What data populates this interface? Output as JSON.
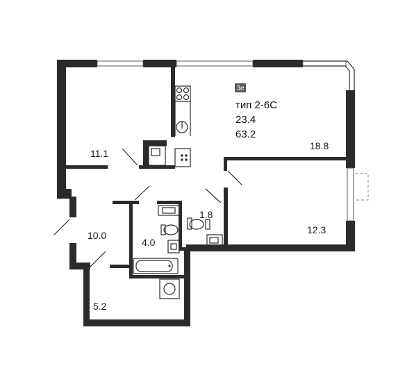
{
  "plan": {
    "badge": "3е",
    "type_label": "тип 2-6С",
    "living_area": "23.4",
    "total_area": "63.2"
  },
  "rooms": [
    {
      "id": "bedroom-1",
      "area": "11.1"
    },
    {
      "id": "living-kitchen",
      "area": "18.8"
    },
    {
      "id": "bedroom-2",
      "area": "12.3"
    },
    {
      "id": "hallway",
      "area": "10.0"
    },
    {
      "id": "bathroom",
      "area": "4.0"
    },
    {
      "id": "toilet",
      "area": "1.8"
    },
    {
      "id": "storage",
      "area": "5.2"
    }
  ],
  "colors": {
    "wall": "#2b2b2b",
    "badge": "#5a5a5a"
  }
}
